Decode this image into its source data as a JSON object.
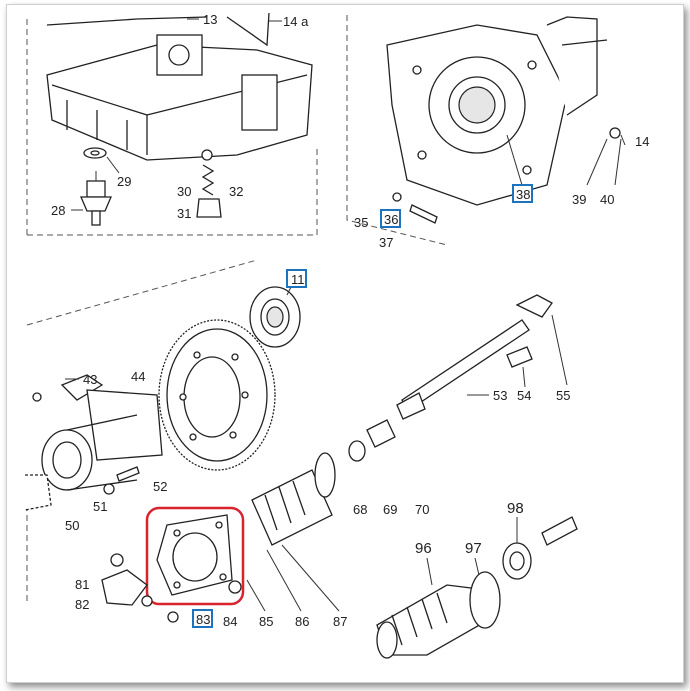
{
  "labels": {
    "l13": "13",
    "l14a": "14 a",
    "l29": "29",
    "l28": "28",
    "l30": "30",
    "l31": "31",
    "l32": "32",
    "l35": "35",
    "l37": "37",
    "l14": "14",
    "l39": "39",
    "l40": "40",
    "l43": "43",
    "l44": "44",
    "l50": "50",
    "l51": "51",
    "l52": "52",
    "l53": "53",
    "l54": "54",
    "l55": "55",
    "l68": "68",
    "l69": "69",
    "l70": "70",
    "l81": "81",
    "l82": "82",
    "l84": "84",
    "l85": "85",
    "l86": "86",
    "l87": "87",
    "l96": "96",
    "l97": "97",
    "l98": "98"
  },
  "callouts": {
    "c_bearing": "11",
    "c_housing": "38",
    "c_bolt": "36",
    "c_nut": "83"
  },
  "colors": {
    "callout_border": "#1e73be",
    "highlight": "#d9232d",
    "line": "#333333"
  }
}
